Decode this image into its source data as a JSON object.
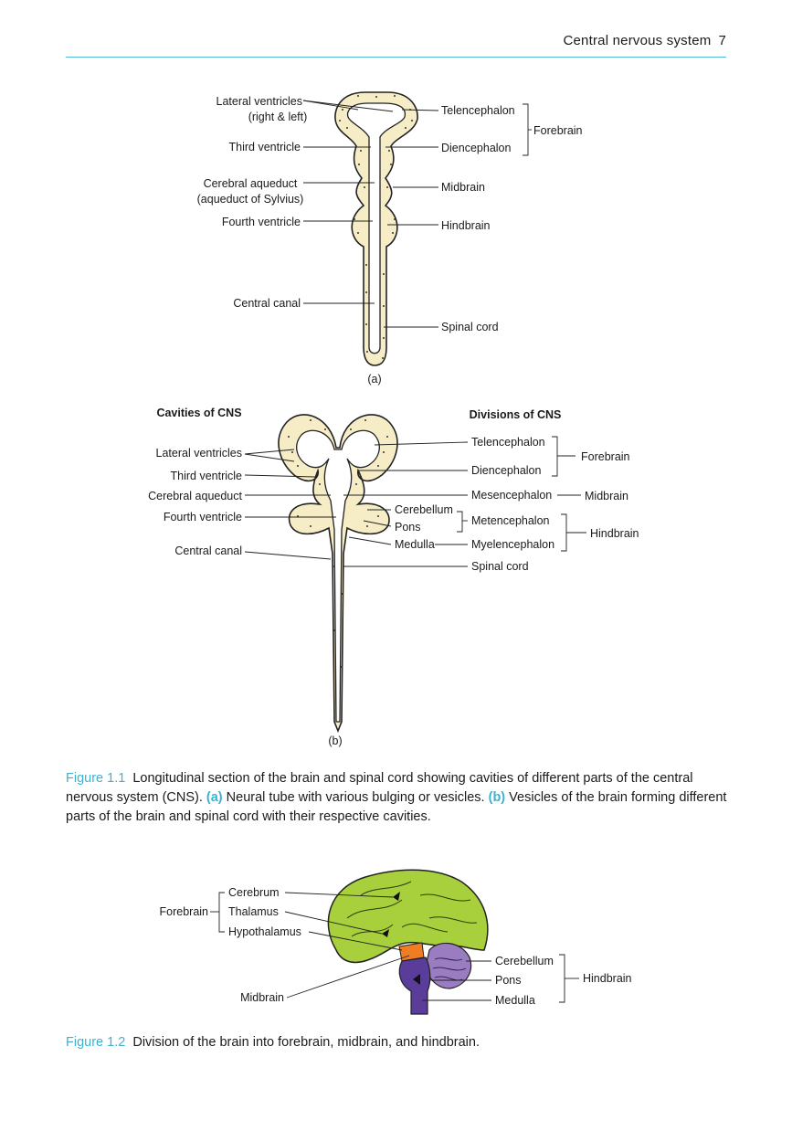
{
  "header": {
    "running_title": "Central nervous system",
    "page_number": "7"
  },
  "figure_1_1a": {
    "left_labels": [
      "Lateral ventricles",
      "(right & left)",
      "Third ventricle",
      "Cerebral aqueduct",
      "(aqueduct of Sylvius)",
      "Fourth ventricle",
      "Central canal"
    ],
    "right_labels": [
      "Telencephalon",
      "Diencephalon",
      "Midbrain",
      "Hindbrain",
      "Spinal cord"
    ],
    "bracket_label": "Forebrain",
    "panel_label": "(a)"
  },
  "figure_1_1b": {
    "left_heading": "Cavities of CNS",
    "right_heading": "Divisions of CNS",
    "left_labels": [
      "Lateral ventricles",
      "Third ventricle",
      "Cerebral aqueduct",
      "Fourth ventricle",
      "Central canal"
    ],
    "middle_labels": [
      "Cerebellum",
      "Pons",
      "Medulla"
    ],
    "right_labels": [
      "Telencephalon",
      "Diencephalon",
      "Mesencephalon",
      "Metencephalon",
      "Myelencephalon",
      "Spinal cord"
    ],
    "group_labels": [
      "Forebrain",
      "Midbrain",
      "Hindbrain"
    ],
    "panel_label": "(b)"
  },
  "caption_1_1": {
    "number": "Figure 1.1",
    "text_1": "Longitudinal section of the brain and spinal cord showing cavities of different parts of the central nervous system (CNS).",
    "key_a": "(a)",
    "text_a": "Neural tube with various bulging or vesicles.",
    "key_b": "(b)",
    "text_b": "Vesicles of the brain forming different parts of the brain and spinal cord with their respective cavities."
  },
  "figure_1_2": {
    "left_group": "Forebrain",
    "left_labels": [
      "Cerebrum",
      "Thalamus",
      "Hypothalamus",
      "Midbrain"
    ],
    "right_labels": [
      "Cerebellum",
      "Pons",
      "Medulla"
    ],
    "right_group": "Hindbrain",
    "colors": {
      "cerebrum": "#a8cf3c",
      "midbrain": "#f07d22",
      "cerebellum": "#9a7cc0",
      "brainstem": "#5a3d9a"
    }
  },
  "caption_1_2": {
    "number": "Figure 1.2",
    "text": "Division of the brain into forebrain, midbrain, and hindbrain."
  }
}
